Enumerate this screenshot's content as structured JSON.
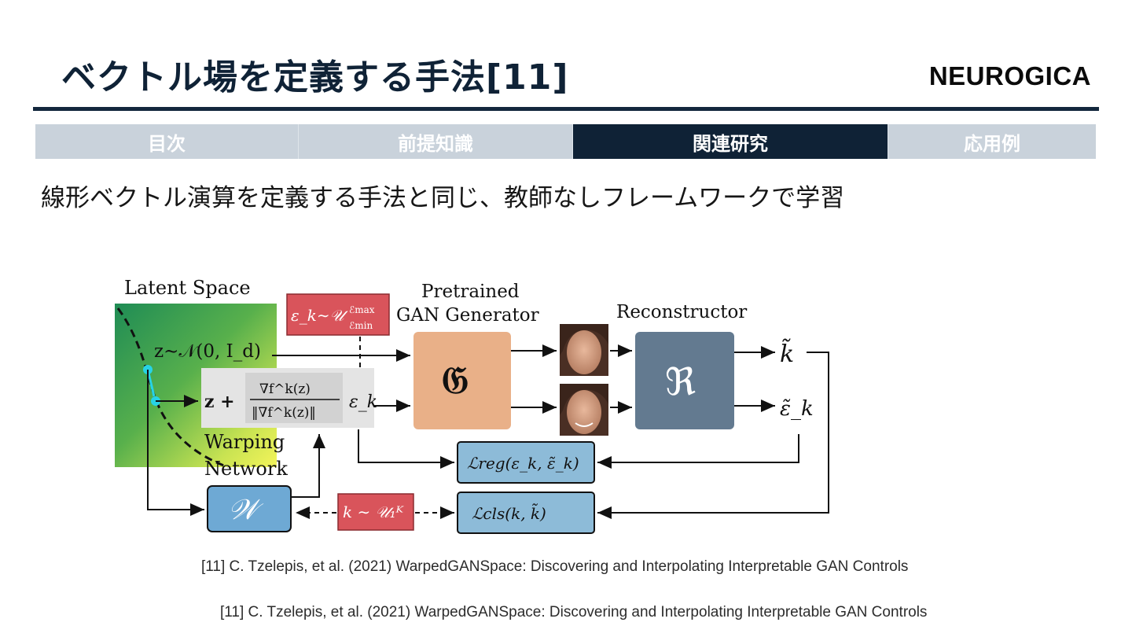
{
  "header": {
    "title": "ベクトル場を定義する手法[11]",
    "logo": "NEUROGICA"
  },
  "tabs": [
    {
      "label": "目次",
      "active": false
    },
    {
      "label": "前提知識",
      "active": false
    },
    {
      "label": "関連研究",
      "active": true
    },
    {
      "label": "応用例",
      "active": false
    }
  ],
  "subtitle": "線形ベクトル演算を定義する手法と同じ、教師なしフレームワークで学習",
  "figure": {
    "latent_space_label": "Latent Space",
    "generator_label_line1": "Pretrained",
    "generator_label_line2": "GAN Generator",
    "reconstructor_label": "Reconstructor",
    "warping_label_line1": "Warping",
    "warping_label_line2": "Network",
    "z_dist": "z∼𝒩(0, I_d)",
    "eps_sample": "ε_k∼𝒰",
    "eps_sup": "ℰmax",
    "eps_sub": "ℰmin",
    "shift_expr_prefix": "z +",
    "grad_num": "∇f^k(z)",
    "grad_den": "‖∇f^k(z)‖",
    "eps_k": "ε_k",
    "generator_symbol": "𝔊",
    "reconstructor_symbol": "ℜ",
    "warp_symbol": "𝒲",
    "k_tilde": "k̃",
    "eps_tilde": "ε̃_k",
    "loss_reg": "ℒreg(ε_k, ε̃_k)",
    "loss_cls": "ℒcls(k, k̃)",
    "k_sample": "k ∼ 𝒰₁ᴷ",
    "colors": {
      "red_box": "#d9545b",
      "generator": "#e9b088",
      "reconstructor": "#637a90",
      "loss_box": "#8dbbd8",
      "warp_box": "#6ea9d4",
      "latent_green": "#2f9e55",
      "latent_yellow": "#f2f25a",
      "point": "#27d3e6"
    }
  },
  "references": [
    "[11] C. Tzelepis, et al. (2021) WarpedGANSpace: Discovering and Interpolating Interpretable GAN Controls",
    "[11] C. Tzelepis, et al. (2021) WarpedGANSpace: Discovering and Interpolating Interpretable GAN Controls"
  ]
}
